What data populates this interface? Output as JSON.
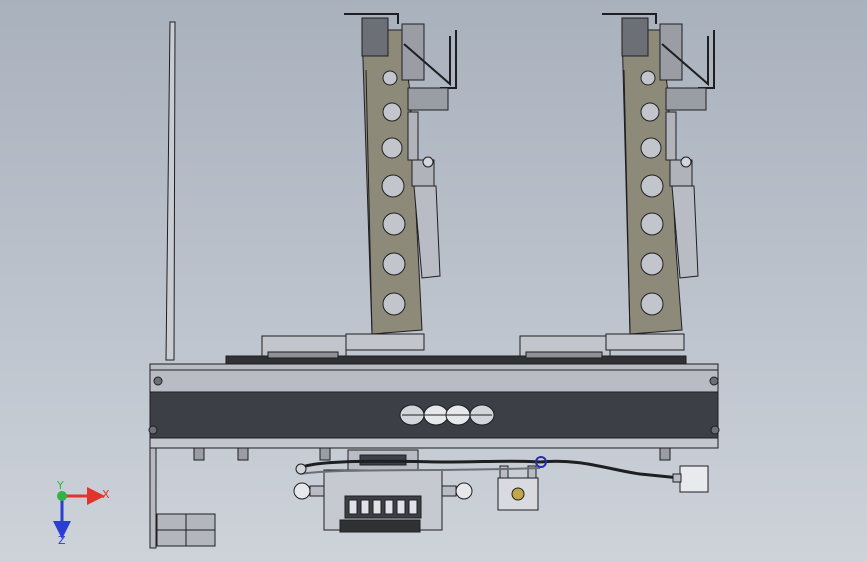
{
  "view": {
    "background_top": "#a9b1bd",
    "background_bottom": "#ced3da"
  },
  "triad": {
    "x_label": "X",
    "y_label": "Y",
    "z_label": "Z",
    "x_color": "#e0342c",
    "y_color": "#2fb34a",
    "z_color": "#2a3fd1"
  },
  "model": {
    "part_fill": "#8e8a7a",
    "metal_fill": "#b9bcc4",
    "dark_fill": "#3c3f45",
    "edge_color": "#1e1f22",
    "hose_color": "#2a2bb5"
  }
}
